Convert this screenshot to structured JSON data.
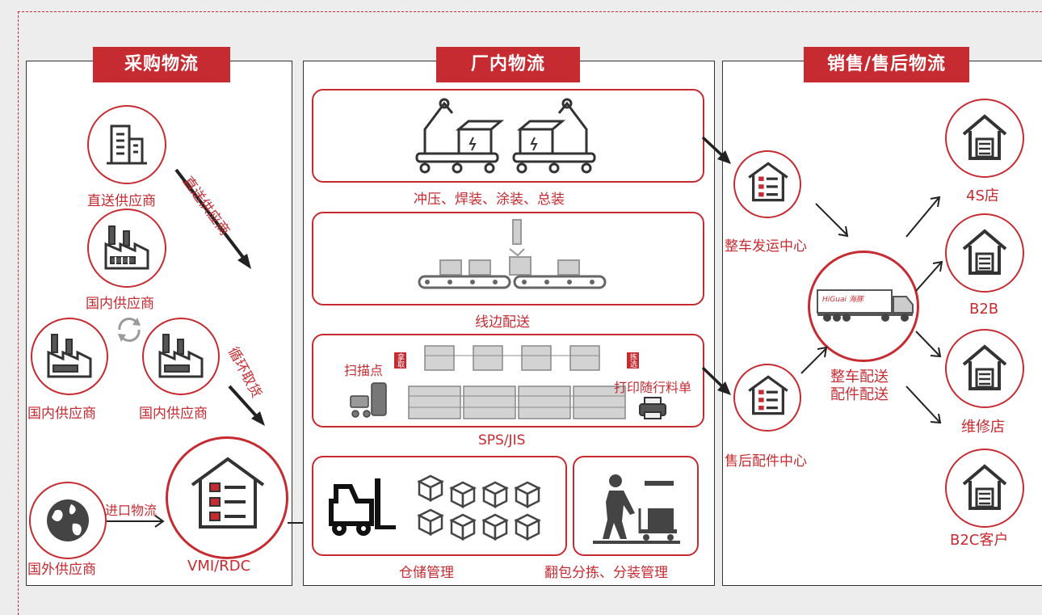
{
  "colors": {
    "accent": "#c62b31",
    "dark": "#333333",
    "panel_bg": "#ffffff",
    "page_bg": "#ededed"
  },
  "sections": {
    "procurement": "采购物流",
    "in_plant": "厂内物流",
    "sales": "销售/售后物流"
  },
  "procurement": {
    "direct_supplier": "直送供应商",
    "direct_arrow_label": "直送供应商",
    "domestic_supplier_1": "国内供应商",
    "domestic_supplier_2": "国内供应商",
    "domestic_supplier_3": "国内供应商",
    "milk_run_label": "循环取货",
    "foreign_supplier": "国外供应商",
    "import_label": "进口物流",
    "vmi": "VMI/RDC"
  },
  "in_plant": {
    "stamping": "冲压、焊装、涂装、总装",
    "line_side": "线边配送",
    "sps": "SPS/JIS",
    "scan_point": "扫描点",
    "print_sheet": "打印随行料单",
    "tag_left": "拿取",
    "tag_right": "拣选",
    "warehouse": "仓储管理",
    "repack": "翻包分拣、分装管理"
  },
  "sales": {
    "vehicle_center": "整车发运中心",
    "parts_center": "售后配件中心",
    "delivery_line1": "整车配送",
    "delivery_line2": "配件配送",
    "truck_brand": "HiGuai 海豚",
    "dest_4s": "4S店",
    "dest_b2b": "B2B",
    "dest_repair": "维修店",
    "dest_b2c": "B2C客户"
  },
  "icons": [
    "building-icon",
    "factory-icon",
    "recycle-icon",
    "globe-icon",
    "warehouse-icon",
    "robot-arm-icon",
    "conveyor-icon",
    "shelf-icon",
    "forklift-icon",
    "boxes-icon",
    "worker-cart-icon",
    "truck-icon",
    "house-icon",
    "printer-icon",
    "scanner-icon"
  ]
}
